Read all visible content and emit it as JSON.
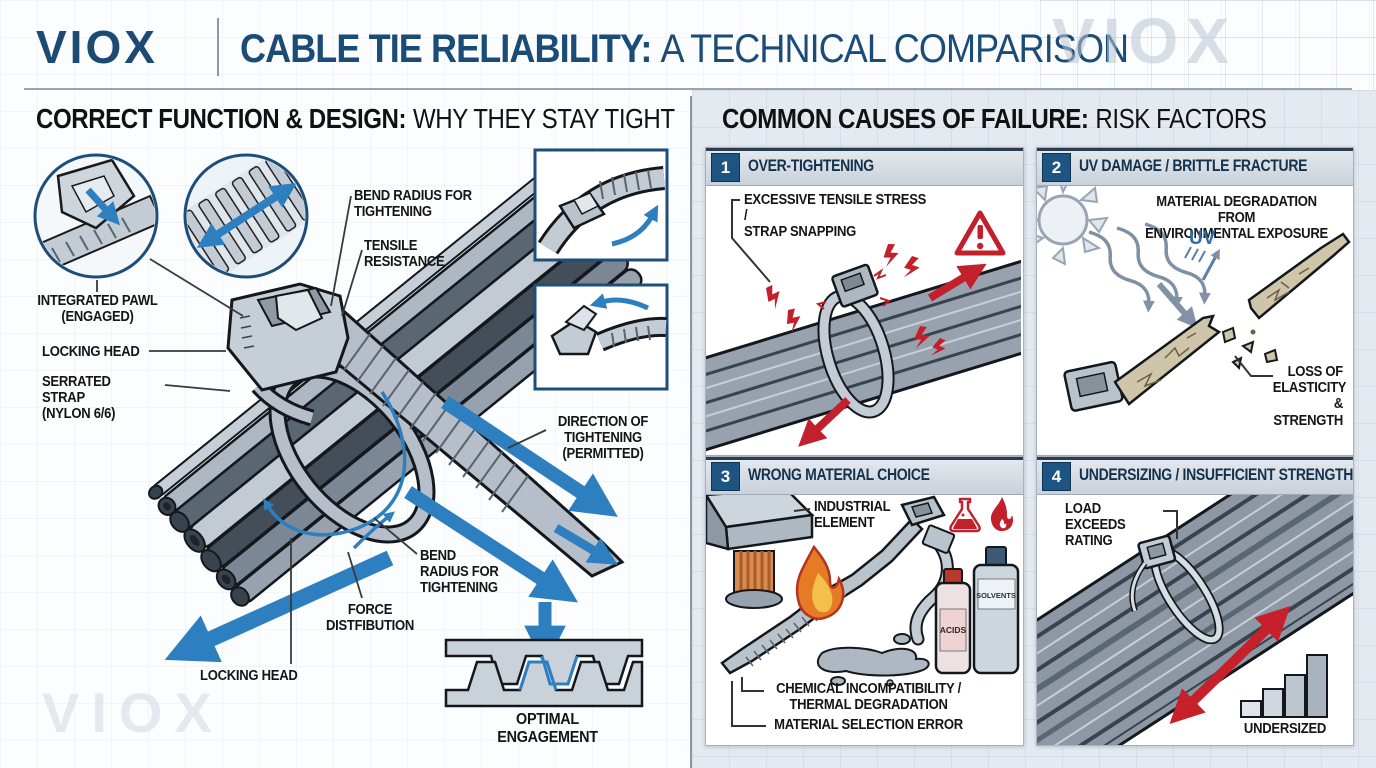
{
  "colors": {
    "navy": "#1b4c78",
    "panel_number_bg": "#1e5481",
    "accent_blue": "#2e7fc0",
    "alert_red": "#c2202b",
    "tan_degraded": "#cfc5a8"
  },
  "header": {
    "logo": "VIOX",
    "title_strong": "CABLE TIE RELIABILITY:",
    "title_rest": "A TECHNICAL COMPARISON",
    "watermark": "VIOX"
  },
  "left": {
    "heading_strong": "CORRECT FUNCTION & DESIGN:",
    "heading_rest": "WHY THEY STAY TIGHT",
    "labels": {
      "integrated_pawl_1": "INTEGRATED PAWL",
      "integrated_pawl_2": "(ENGAGED)",
      "locking_head_top": "LOCKING HEAD",
      "serrated_strap_1": "SERRATED STRAP",
      "serrated_strap_2": "(NYLON 6/6)",
      "bend_radius_top_1": "BEND RADIUS FOR",
      "bend_radius_top_2": "TIGHTENING",
      "tensile_1": "TENSILE",
      "tensile_2": "RESISTANCE",
      "direction_1": "DIRECTION OF",
      "direction_2": "TIGHTENING",
      "direction_3": "(PERMITTED)",
      "bend_radius_bottom_1": "BEND",
      "bend_radius_bottom_2": "RADIUS FOR",
      "bend_radius_bottom_3": "TIGHTENING",
      "force_1": "FORCE",
      "force_2": "DISTFIBUTION",
      "locking_head_bottom": "LOCKING HEAD",
      "optimal_engagement": "OPTIMAL ENGAGEMENT"
    },
    "watermark": "VIOX"
  },
  "right": {
    "heading_strong": "COMMON CAUSES OF FAILURE:",
    "heading_rest": "RISK FACTORS",
    "panels": [
      {
        "num": "1",
        "title": "OVER-TIGHTENING",
        "callout_1": "EXCESSIVE TENSILE STRESS /",
        "callout_2": "STRAP SNAPPING"
      },
      {
        "num": "2",
        "title": "UV DAMAGE / BRITTLE FRACTURE",
        "callout_1": "MATERIAL DEGRADATION FROM",
        "callout_2": "ENVIRONMENTAL EXPOSURE",
        "uv_label": "UV",
        "loss_1": "LOSS OF",
        "loss_2": "ELASTICITY",
        "loss_3": "& STRENGTH"
      },
      {
        "num": "3",
        "title": "WRONG MATERIAL CHOICE",
        "callout_1": "INDUSTRIAL",
        "callout_2": "ELEMENT",
        "bottle_acids": "ACIDS",
        "bottle_solvents": "SOLVENTS",
        "chem_1": "CHEMICAL INCOMPATIBILITY /",
        "chem_2": "THERMAL DEGRADATION",
        "material_error": "MATERIAL SELECTION ERROR"
      },
      {
        "num": "4",
        "title": "UNDERSIZING / INSUFFICIENT STRENGTH",
        "callout_1": "LOAD EXCEEDS",
        "callout_2": "RATING",
        "undersized": "UNDERSIZED"
      }
    ]
  }
}
